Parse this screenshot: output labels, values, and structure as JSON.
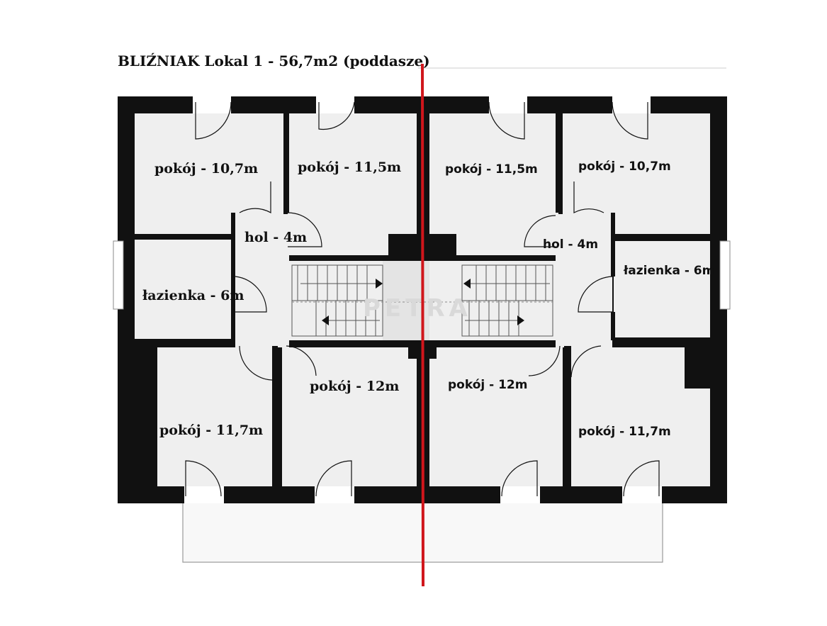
{
  "title": "BLIŹNIAK Lokal 1 - 56,7m2 (poddasze)",
  "watermark": "PETRA",
  "colors": {
    "wall": "#111111",
    "floor": "#efefef",
    "divider": "#d0161c",
    "stair": "#555555"
  },
  "left_unit": {
    "room_top_left": "pokój - 10,7m",
    "room_top_mid": "pokój - 11,5m",
    "hall": "hol - 4m",
    "bathroom": "łazienka - 6m",
    "room_bottom_left": "pokój - 11,7m",
    "room_bottom_mid": "pokój - 12m"
  },
  "right_unit": {
    "room_top_mid": "pokój - 11,5m",
    "room_top_right": "pokój - 10,7m",
    "hall": "hol - 4m",
    "bathroom": "łazienka - 6m",
    "room_bottom_mid": "pokój - 12m",
    "room_bottom_right": "pokój - 11,7m"
  }
}
